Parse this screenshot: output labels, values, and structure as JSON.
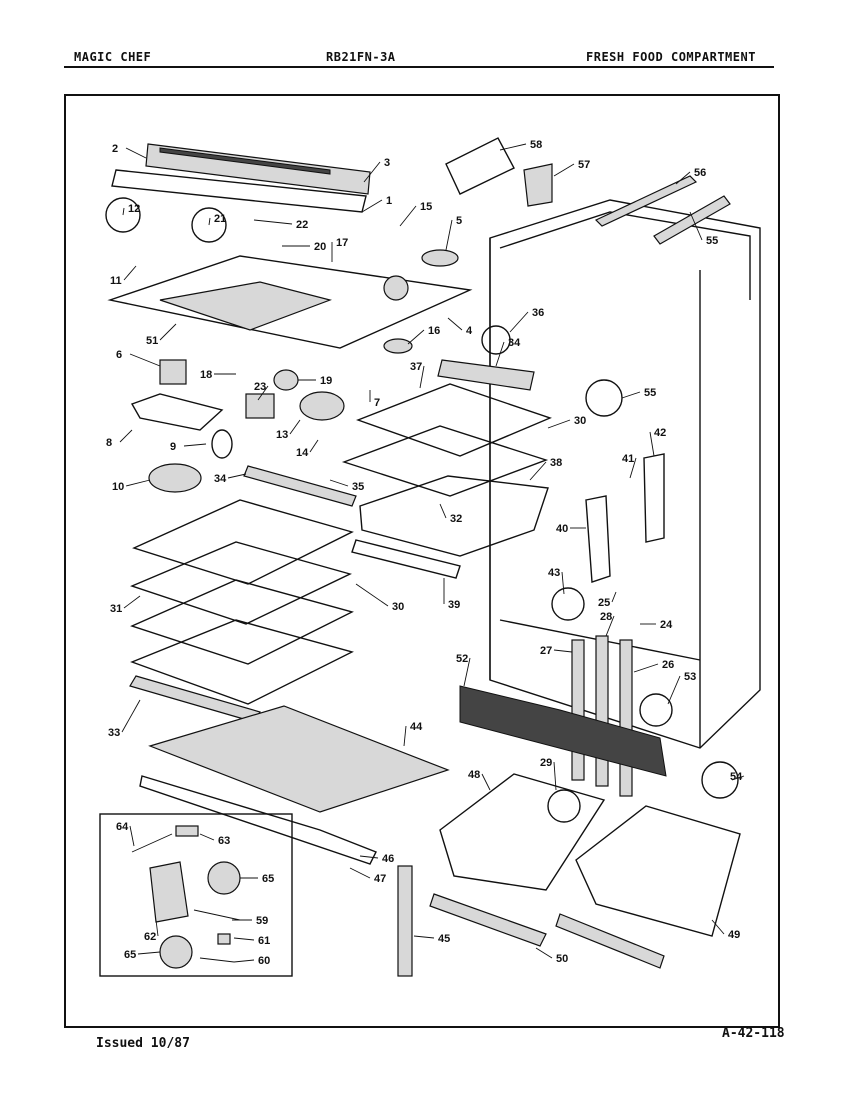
{
  "header": {
    "brand": "MAGIC CHEF",
    "model": "RB21FN-3A",
    "section": "FRESH FOOD COMPARTMENT"
  },
  "footer": {
    "issued": "Issued 10/87",
    "page_code": "A-42-118"
  },
  "callouts": [
    {
      "id": "c2",
      "text": "2"
    },
    {
      "id": "c3",
      "text": "3"
    },
    {
      "id": "c1",
      "text": "1"
    },
    {
      "id": "c15",
      "text": "15"
    },
    {
      "id": "c58",
      "text": "58"
    },
    {
      "id": "c57",
      "text": "57"
    },
    {
      "id": "c56",
      "text": "56"
    },
    {
      "id": "c55a",
      "text": "55"
    },
    {
      "id": "c12",
      "text": "12"
    },
    {
      "id": "c21",
      "text": "21"
    },
    {
      "id": "c22",
      "text": "22"
    },
    {
      "id": "c20",
      "text": "20"
    },
    {
      "id": "c5",
      "text": "5"
    },
    {
      "id": "c17",
      "text": "17"
    },
    {
      "id": "c11",
      "text": "11"
    },
    {
      "id": "c4",
      "text": "4"
    },
    {
      "id": "c36",
      "text": "36"
    },
    {
      "id": "c51",
      "text": "51"
    },
    {
      "id": "c16",
      "text": "16"
    },
    {
      "id": "c34a",
      "text": "34"
    },
    {
      "id": "c6",
      "text": "6"
    },
    {
      "id": "c18",
      "text": "18"
    },
    {
      "id": "c19",
      "text": "19"
    },
    {
      "id": "c37",
      "text": "37"
    },
    {
      "id": "c55b",
      "text": "55"
    },
    {
      "id": "c23",
      "text": "23"
    },
    {
      "id": "c7",
      "text": "7"
    },
    {
      "id": "c8",
      "text": "8"
    },
    {
      "id": "c13",
      "text": "13"
    },
    {
      "id": "c14",
      "text": "14"
    },
    {
      "id": "c30a",
      "text": "30"
    },
    {
      "id": "c42",
      "text": "42"
    },
    {
      "id": "c9",
      "text": "9"
    },
    {
      "id": "c41",
      "text": "41"
    },
    {
      "id": "c38",
      "text": "38"
    },
    {
      "id": "c10",
      "text": "10"
    },
    {
      "id": "c34b",
      "text": "34"
    },
    {
      "id": "c35",
      "text": "35"
    },
    {
      "id": "c32",
      "text": "32"
    },
    {
      "id": "c40",
      "text": "40"
    },
    {
      "id": "c43",
      "text": "43"
    },
    {
      "id": "c39",
      "text": "39"
    },
    {
      "id": "c31",
      "text": "31"
    },
    {
      "id": "c30b",
      "text": "30"
    },
    {
      "id": "c25",
      "text": "25"
    },
    {
      "id": "c28",
      "text": "28"
    },
    {
      "id": "c24",
      "text": "24"
    },
    {
      "id": "c27",
      "text": "27"
    },
    {
      "id": "c52",
      "text": "52"
    },
    {
      "id": "c26",
      "text": "26"
    },
    {
      "id": "c53",
      "text": "53"
    },
    {
      "id": "c33",
      "text": "33"
    },
    {
      "id": "c44",
      "text": "44"
    },
    {
      "id": "c29",
      "text": "29"
    },
    {
      "id": "c48",
      "text": "48"
    },
    {
      "id": "c54",
      "text": "54"
    },
    {
      "id": "c64",
      "text": "64"
    },
    {
      "id": "c63",
      "text": "63"
    },
    {
      "id": "c46",
      "text": "46"
    },
    {
      "id": "c47",
      "text": "47"
    },
    {
      "id": "c65a",
      "text": "65"
    },
    {
      "id": "c59",
      "text": "59"
    },
    {
      "id": "c62",
      "text": "62"
    },
    {
      "id": "c61",
      "text": "61"
    },
    {
      "id": "c65b",
      "text": "65"
    },
    {
      "id": "c60",
      "text": "60"
    },
    {
      "id": "c45",
      "text": "45"
    },
    {
      "id": "c50",
      "text": "50"
    },
    {
      "id": "c49",
      "text": "49"
    }
  ]
}
